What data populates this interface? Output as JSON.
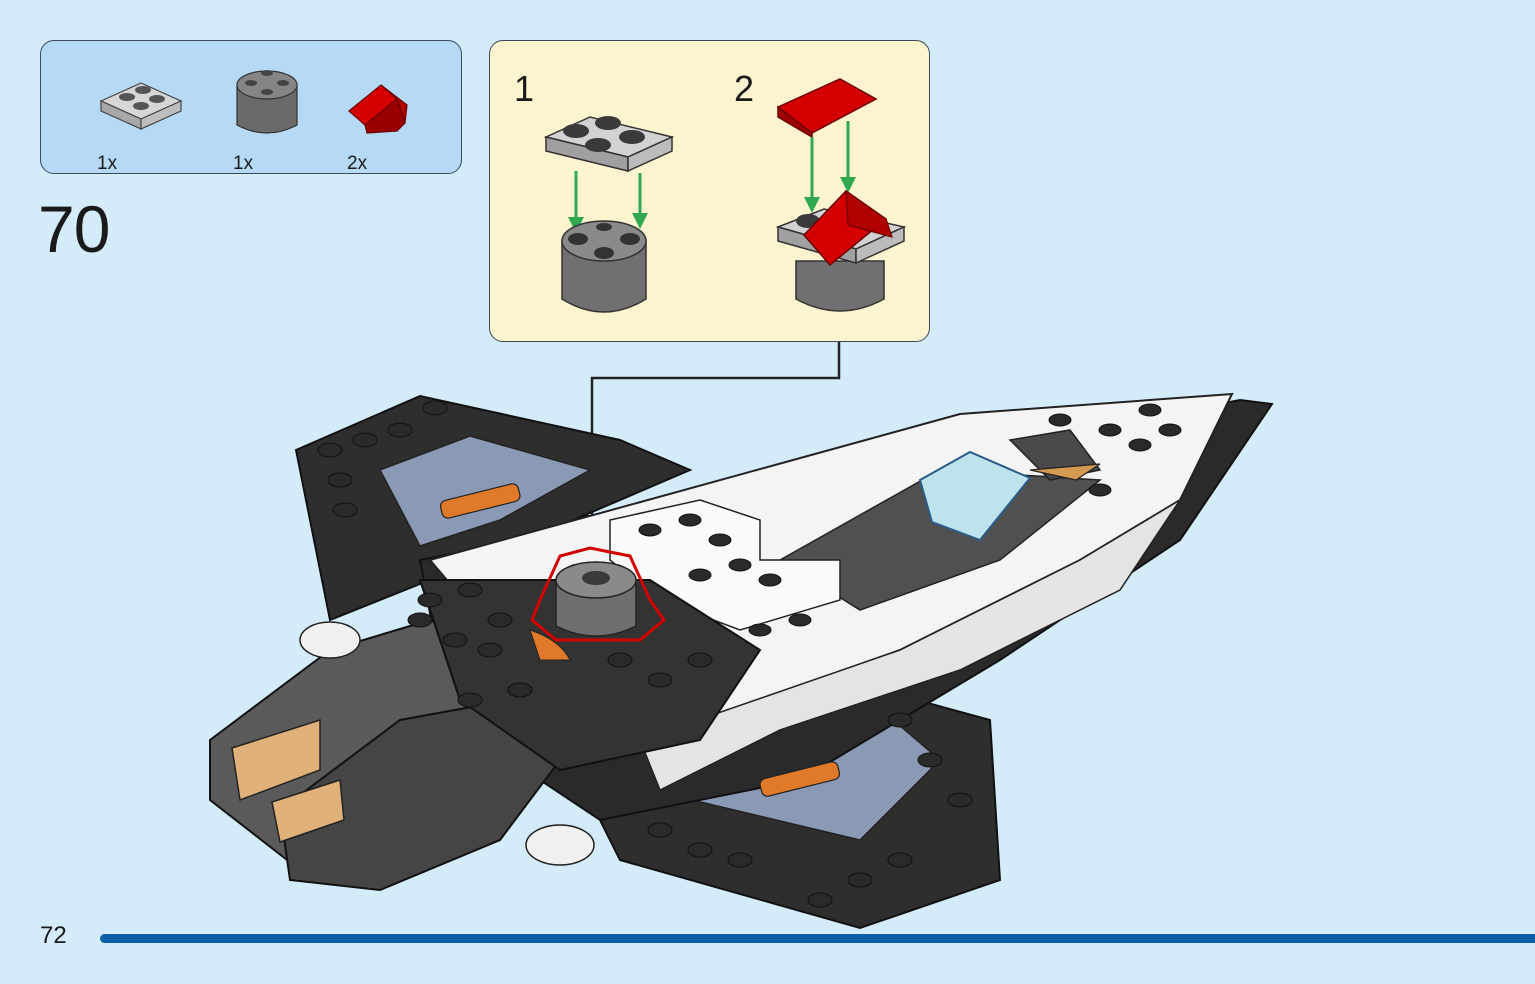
{
  "step": {
    "number": "70"
  },
  "parts": [
    {
      "name": "gray-plate-2x2",
      "qty": "1x",
      "color": "#c8c8c8"
    },
    {
      "name": "dark-gray-round-brick-2x2",
      "qty": "1x",
      "color": "#6a6a6a"
    },
    {
      "name": "red-slope-1x1",
      "qty": "2x",
      "color": "#d40000"
    }
  ],
  "substeps": [
    {
      "label": "1"
    },
    {
      "label": "2"
    }
  ],
  "page": {
    "number": "72"
  },
  "colors": {
    "background": "#d4ebfa",
    "parts_box": "#b6d9f5",
    "substep_box": "#fdf3cf",
    "arrow_green": "#2fa84f",
    "callout_red": "#d40000",
    "page_bar": "#0b5fa6"
  }
}
